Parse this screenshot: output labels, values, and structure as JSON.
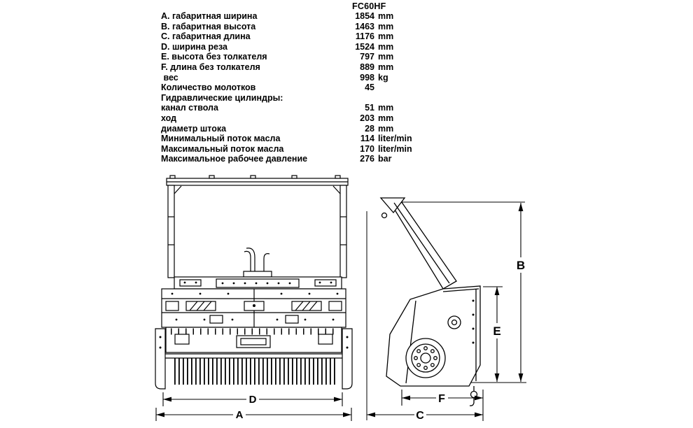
{
  "header": {
    "model": "FC60HF"
  },
  "specs": {
    "rows": [
      {
        "label": "A. габаритная ширина",
        "num": "1854",
        "unit": "mm"
      },
      {
        "label": "B. габаритная высота",
        "num": "1463",
        "unit": "mm"
      },
      {
        "label": "C. габаритная длина",
        "num": "1176",
        "unit": "mm"
      },
      {
        "label": "D. ширина реза",
        "num": "1524",
        "unit": "mm"
      },
      {
        "label": "E. высота без толкателя",
        "num": "797",
        "unit": "mm"
      },
      {
        "label": "F. длина без толкателя",
        "num": "889",
        "unit": "mm"
      },
      {
        "label": " вес",
        "num": "998",
        "unit": "kg"
      },
      {
        "label": "Количество молотков",
        "num": "45",
        "unit": ""
      },
      {
        "label": "Гидравлические цилиндры:",
        "num": "",
        "unit": ""
      },
      {
        "label": "канал ствола",
        "num": "51",
        "unit": "mm"
      },
      {
        "label": "ход",
        "num": "203",
        "unit": "mm"
      },
      {
        "label": "диаметр штока",
        "num": "28",
        "unit": "mm"
      },
      {
        "label": "Минимальный поток масла",
        "num": "114",
        "unit": "liter/min"
      },
      {
        "label": "Максимальный поток масла",
        "num": "170",
        "unit": "liter/min"
      },
      {
        "label": "Максимальное рабочее давление",
        "num": "276",
        "unit": "bar"
      }
    ]
  },
  "drawings": {
    "front_view": {
      "dims": {
        "cut_width": "D",
        "overall_width": "A"
      }
    },
    "side_view": {
      "dims": {
        "overall_height": "B",
        "height_no_pusher": "E",
        "length_no_pusher": "F",
        "overall_length": "C"
      }
    }
  }
}
